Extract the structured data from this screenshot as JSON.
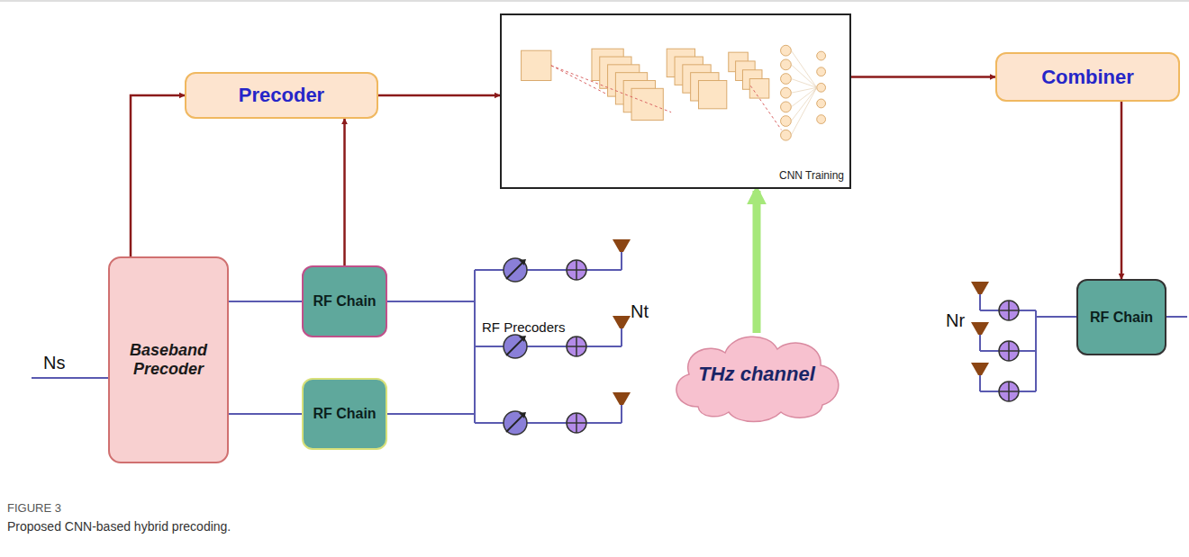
{
  "diagram": {
    "caption": "Proposed CNN-based hybrid precoding.",
    "nodes": [
      {
        "text": [
          "Precoder"
        ]
      },
      {
        "text": [
          "CNN Training"
        ]
      },
      {
        "text": [
          "Combiner"
        ]
      },
      {
        "text": [
          "Baseband Precoder"
        ]
      },
      {
        "text": [
          "RF Chain"
        ]
      },
      {
        "text": [
          "RF Chain"
        ]
      },
      {
        "text": [
          "THz channel"
        ]
      },
      {
        "text": [
          "RF Chain"
        ]
      }
    ],
    "edges": [
      {
        "from": 3,
        "to": 0,
        "arrow": "to"
      },
      {
        "from": 4,
        "to": 0,
        "arrow": "to"
      },
      {
        "from": 0,
        "to": 1,
        "arrow": "to"
      },
      {
        "from": 1,
        "to": 2,
        "arrow": "to"
      },
      {
        "from": 2,
        "to": 7,
        "arrow": "to"
      },
      {
        "from": 6,
        "to": 1,
        "arrow": "to"
      },
      {
        "from": 3,
        "to": 4,
        "arrow": "none"
      },
      {
        "from": 3,
        "to": 5,
        "arrow": "none"
      }
    ],
    "labels": [
      "Ns",
      "RF Precoders",
      "Nt",
      "Nr",
      "FIGURE 3"
    ]
  }
}
